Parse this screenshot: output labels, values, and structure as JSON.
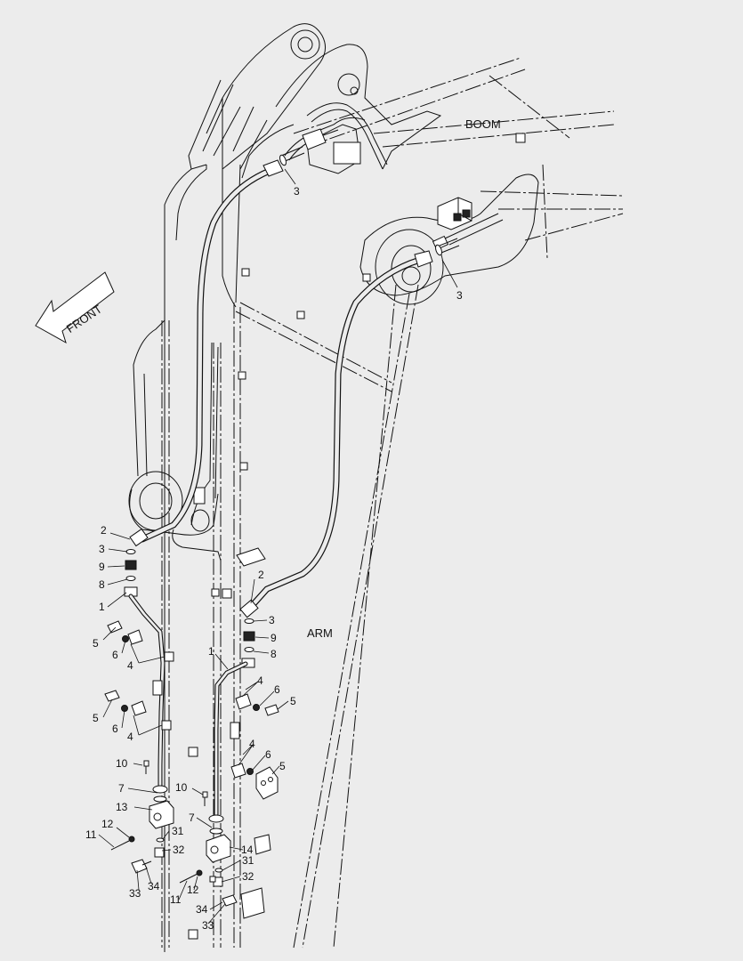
{
  "labels": {
    "boom": "BOOM",
    "arm": "ARM",
    "front": "FRONT"
  },
  "callouts": {
    "top_hose_left_fitting": "3",
    "top_hose_right_fitting": "3",
    "l_hose": "2",
    "l_oring": "3",
    "l_adapter": "9",
    "l_seal": "8",
    "l_pipe": "1",
    "l_bolt_a": "5",
    "l_washer_a": "6",
    "l_clamp_a": "4",
    "l_bolt_b": "5",
    "l_washer_b": "6",
    "l_clamp_b": "4",
    "l_pin": "10",
    "l_flange_seal": "7",
    "l_block": "13",
    "l_screw": "11",
    "l_washer": "12",
    "l_oring_b": "31",
    "l_fitting": "32",
    "l_cap": "33",
    "l_cap_seal": "34",
    "r_hose": "2",
    "r_oring": "3",
    "r_adapter": "9",
    "r_seal": "8",
    "r_pipe": "1",
    "r_clamp_a": "4",
    "r_washer_a": "6",
    "r_bolt_a": "5",
    "r_clamp_b": "4",
    "r_washer_b": "6",
    "r_bolt_b": "5",
    "r_pin": "10",
    "r_flange_seal": "7",
    "r_block": "14",
    "r_oring_b": "31",
    "r_fitting": "32",
    "r_screw": "11",
    "r_washer": "12",
    "r_cap_seal": "34",
    "r_cap": "33"
  }
}
